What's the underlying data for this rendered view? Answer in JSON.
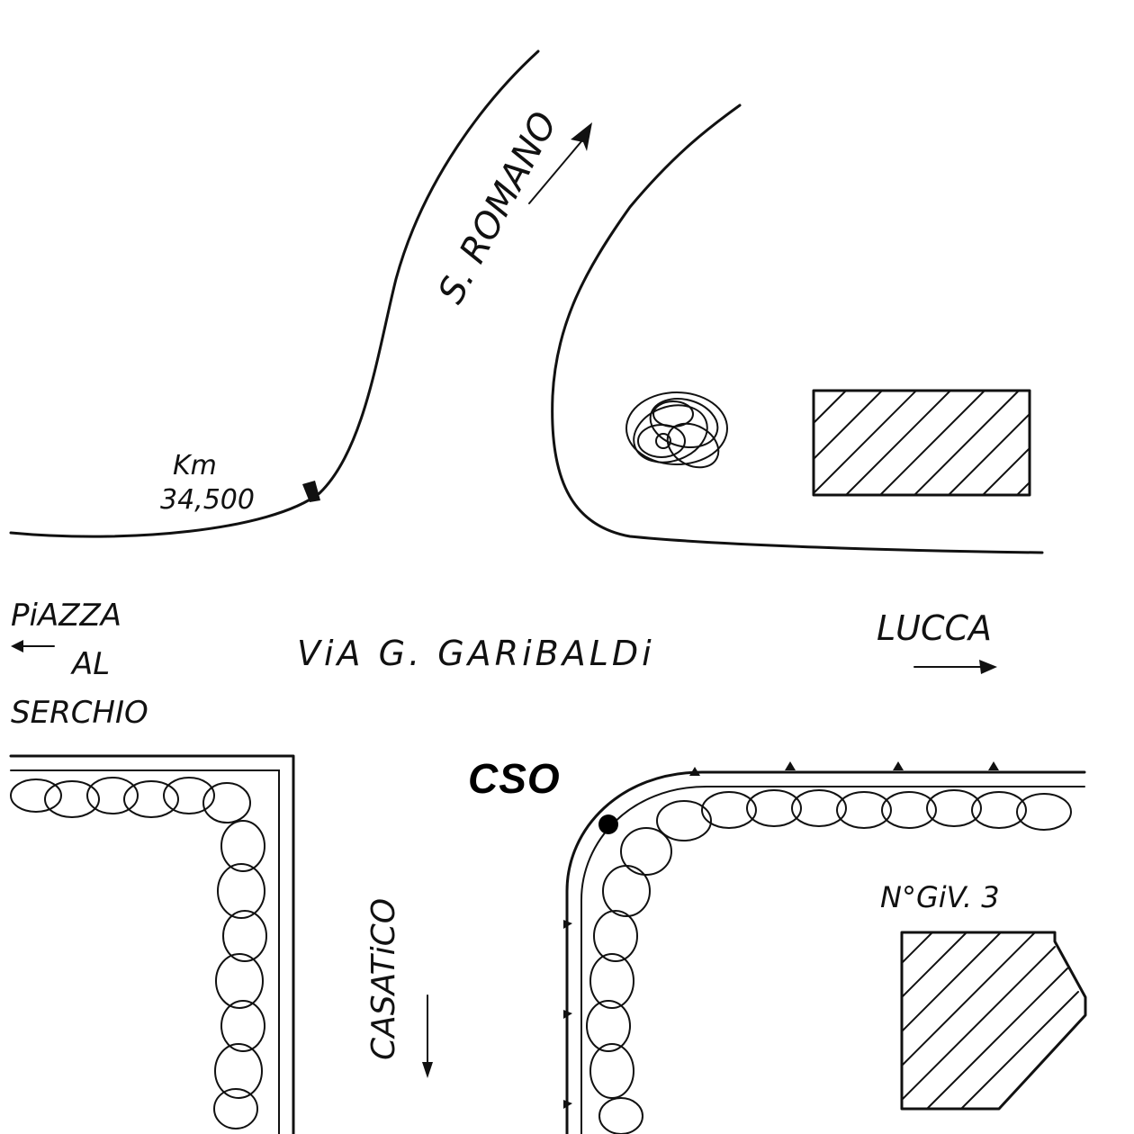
{
  "labels": {
    "s_romano": "S. ROMANO",
    "km_word": "Km",
    "km_value": "34,500",
    "piazza_line1": "PiAZZA",
    "piazza_line2": "AL",
    "piazza_line3": "SERCHIO",
    "via_garibaldi": "ViA G. GARiBALDi",
    "lucca": "LUCCA",
    "cso": "CSO",
    "casatico": "CASATiCO",
    "civic_number": "N°GiV. 3"
  },
  "colors": {
    "ink": "#111111",
    "background": "#ffffff",
    "cso": "#000000"
  }
}
